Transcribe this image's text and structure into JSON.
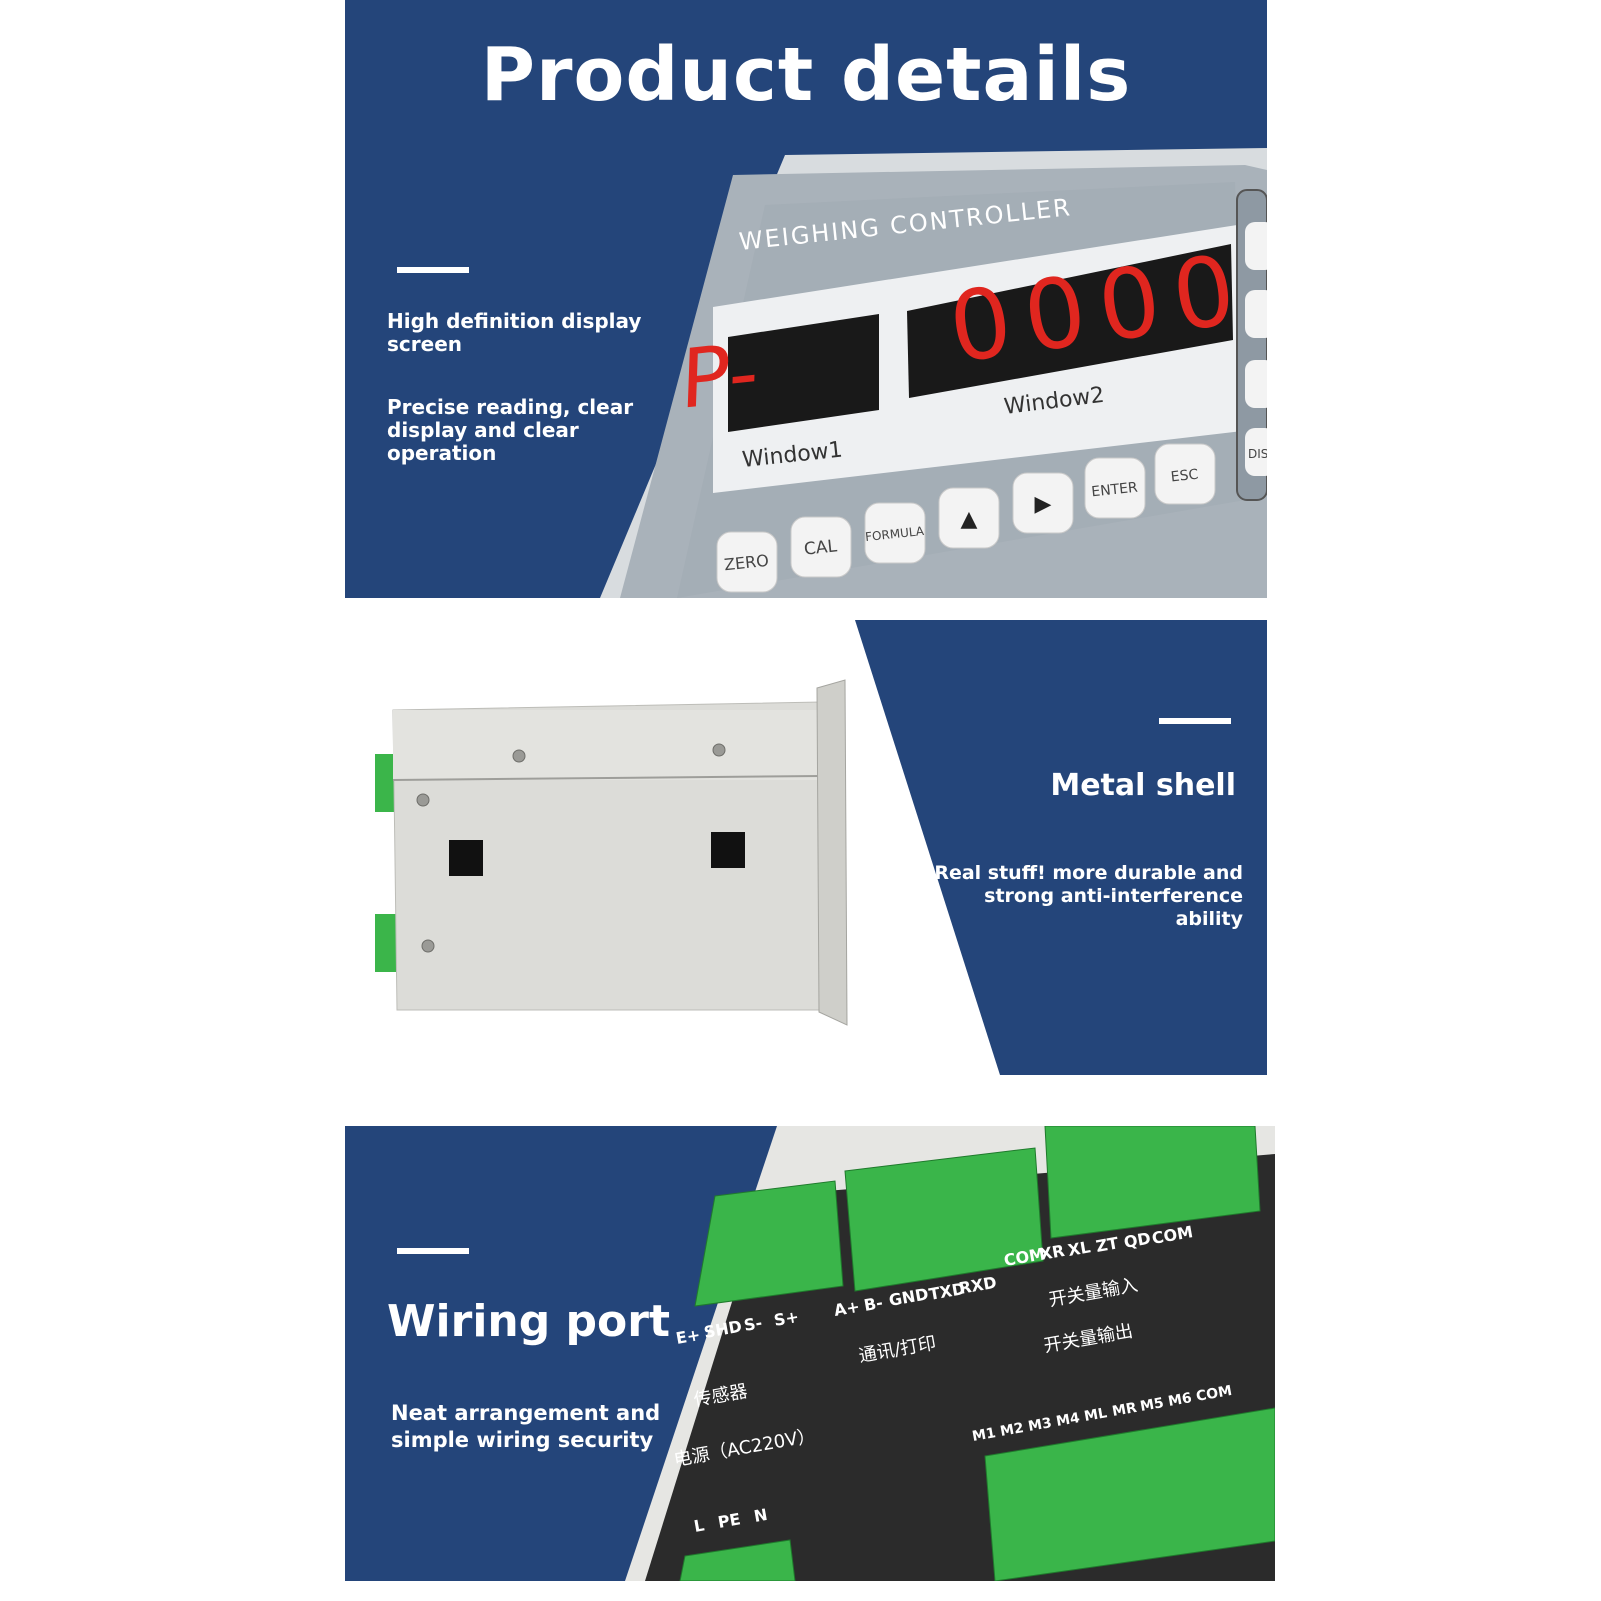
{
  "header": {
    "title": "Product details"
  },
  "section_display": {
    "feature_title": "High definition display screen",
    "feature_desc": "Precise reading, clear display and clear operation",
    "device": {
      "brand_label": "WEIGHING CONTROLLER",
      "window1_label": "Window1",
      "window2_label": "Window2",
      "window1_reading": "P-",
      "window2_reading": "0000",
      "buttons": [
        "ZERO",
        "CAL",
        "FORMULA",
        "▲",
        "▶",
        "ENTER",
        "ESC"
      ],
      "side_button": "DISP"
    }
  },
  "section_shell": {
    "heading": "Metal shell",
    "desc": "Real stuff! more durable and strong anti-interference ability"
  },
  "section_wiring": {
    "heading": "Wiring port",
    "desc": "Neat arrangement and simple wiring security",
    "labels": {
      "sensor_pins": [
        "E+",
        "SHD",
        "S-",
        "S+"
      ],
      "sensor_group": "传感器",
      "power_group": "电源（AC220V）",
      "power_pins": [
        "L",
        "PE",
        "N"
      ],
      "comm_pins": [
        "A+",
        "B-",
        "GND",
        "TXD",
        "RXD"
      ],
      "comm_group": "通讯/打印",
      "input_pins": [
        "COM",
        "XR",
        "XL",
        "ZT",
        "QD",
        "COM"
      ],
      "input_group": "开关量输入",
      "output_group": "开关量输出",
      "output_pins": [
        "M1",
        "M2",
        "M3",
        "M4",
        "ML",
        "MR",
        "M5",
        "M6",
        "COM"
      ]
    }
  }
}
